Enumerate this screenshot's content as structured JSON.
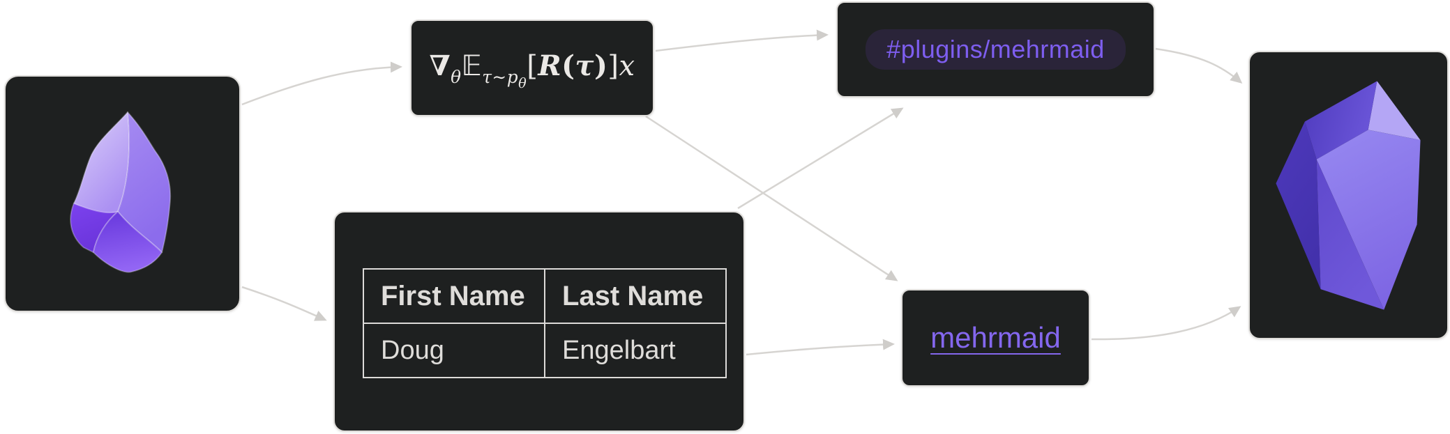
{
  "diagram": {
    "background": "#ffffff",
    "node_background": "#1e2020",
    "node_border_color": "#dfddda",
    "edge_color": "#d6d4d1",
    "text_color": "#dfddda"
  },
  "nodes": {
    "obsidian_left": {
      "icon": "obsidian-stone-logo"
    },
    "formula": {
      "parts": {
        "nabla": "∇",
        "sub_theta1": "θ",
        "expectation": "𝔼",
        "sub_tau": "τ",
        "sub_sim": "∼",
        "sub_p": "p",
        "sub_theta2": "θ",
        "bracket_open": "[",
        "r": "R",
        "paren_open": "(",
        "tau": "τ",
        "paren_close": ")",
        "bracket_close": "]",
        "x": "x"
      }
    },
    "plugins_tag": {
      "label": "#plugins/mehrmaid",
      "pill_background": "#2a2439",
      "text_color": "#7e5ef0"
    },
    "table": {
      "headers": [
        "First Name",
        "Last Name"
      ],
      "rows": [
        [
          "Doug",
          "Engelbart"
        ]
      ]
    },
    "mehrmaid_link": {
      "label": "mehrmaid",
      "text_color": "#8467ee"
    },
    "obsidian_right": {
      "icon": "obsidian-crystal-logo"
    }
  },
  "edges": [
    {
      "from": "obsidian-left",
      "to": "formula"
    },
    {
      "from": "obsidian-left",
      "to": "table"
    },
    {
      "from": "formula",
      "to": "plugins-tag"
    },
    {
      "from": "formula",
      "to": "mehrmaid-link"
    },
    {
      "from": "table",
      "to": "plugins-tag"
    },
    {
      "from": "table",
      "to": "mehrmaid-link"
    },
    {
      "from": "plugins-tag",
      "to": "obsidian-right"
    },
    {
      "from": "mehrmaid-link",
      "to": "obsidian-right"
    }
  ]
}
